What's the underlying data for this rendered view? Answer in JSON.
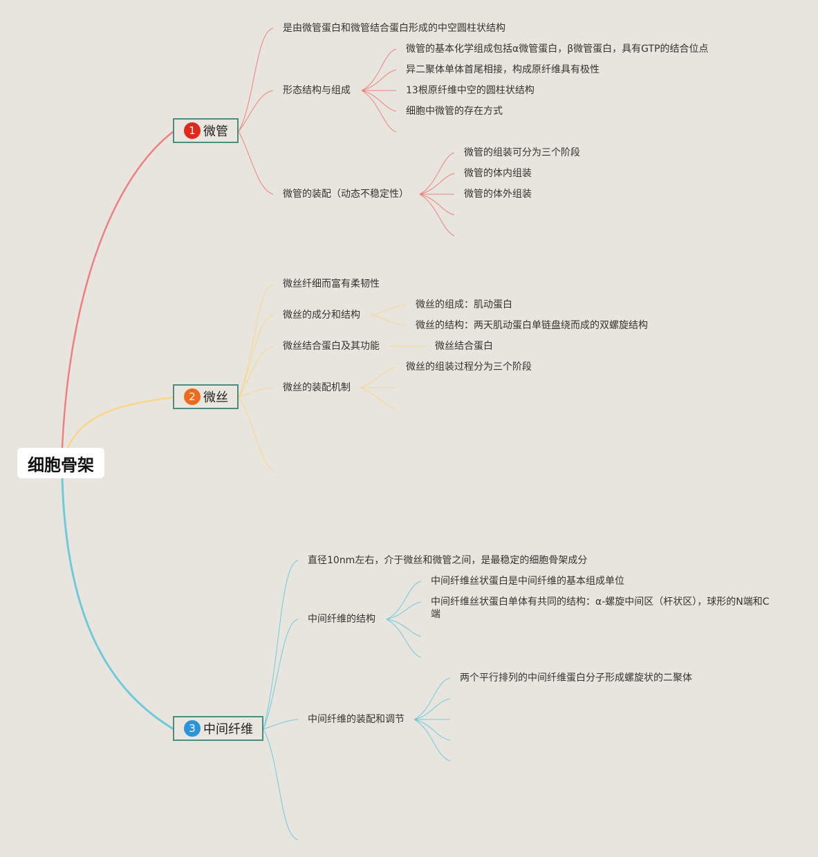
{
  "root": {
    "title": "细胞骨架"
  },
  "colors": {
    "background": "#e8e5de",
    "branch_border": "#4d8a7f",
    "microtubule": "#ef7f7f",
    "microfilament": "#fbd689",
    "intermediate": "#6fc9dc",
    "badge_1": "#e0281b",
    "badge_2": "#ec6a1c",
    "badge_3": "#2a93d9"
  },
  "branches": [
    {
      "number": "1",
      "title": "微管",
      "children": [
        {
          "text": "是由微管蛋白和微管结合蛋白形成的中空圆柱状结构"
        },
        {
          "text": "形态结构与组成",
          "children": [
            "微管的基本化学组成包括α微管蛋白，β微管蛋白，具有GTP的结合位点",
            "异二聚体单体首尾相接，构成原纤维具有极性",
            "13根原纤维中空的圆柱状结构",
            "细胞中微管的存在方式"
          ]
        },
        {
          "text": "微管的装配（动态不稳定性）",
          "children": [
            "微管的组装可分为三个阶段",
            "微管的体内组装",
            "微管的体外组装"
          ]
        }
      ]
    },
    {
      "number": "2",
      "title": "微丝",
      "children": [
        {
          "text": "微丝纤细而富有柔韧性"
        },
        {
          "text": "微丝的成分和结构",
          "children": [
            "微丝的组成：肌动蛋白",
            "微丝的结构：两天肌动蛋白单链盘绕而成的双螺旋结构"
          ]
        },
        {
          "text": "微丝结合蛋白及其功能",
          "children": [
            "微丝结合蛋白"
          ]
        },
        {
          "text": "微丝的装配机制",
          "children": [
            "微丝的组装过程分为三个阶段"
          ]
        }
      ]
    },
    {
      "number": "3",
      "title": "中间纤维",
      "children": [
        {
          "text": "直径10nm左右，介于微丝和微管之间，是最稳定的细胞骨架成分"
        },
        {
          "text": "中间纤维的结构",
          "children": [
            "中间纤维丝状蛋白是中间纤维的基本组成单位",
            "中间纤维丝状蛋白单体有共同的结构：α-螺旋中间区（杆状区），球形的N端和C端"
          ]
        },
        {
          "text": "中间纤维的装配和调节",
          "children": [
            "两个平行排列的中间纤维蛋白分子形成螺旋状的二聚体"
          ]
        }
      ]
    }
  ]
}
